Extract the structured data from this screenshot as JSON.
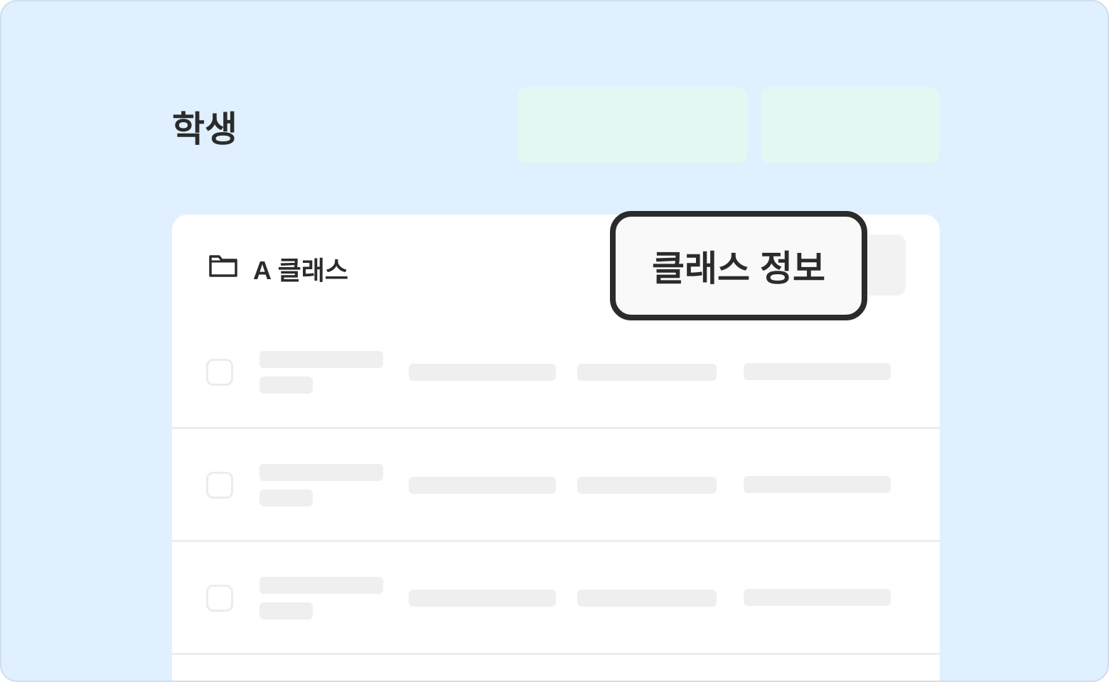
{
  "header": {
    "title": "학생"
  },
  "class_panel": {
    "name": "A 클래스",
    "info_button_label": "클래스 정보"
  },
  "colors": {
    "background": "#e0f0fe",
    "accent_button": "#e3f7f3",
    "text": "#2b2b2b"
  }
}
